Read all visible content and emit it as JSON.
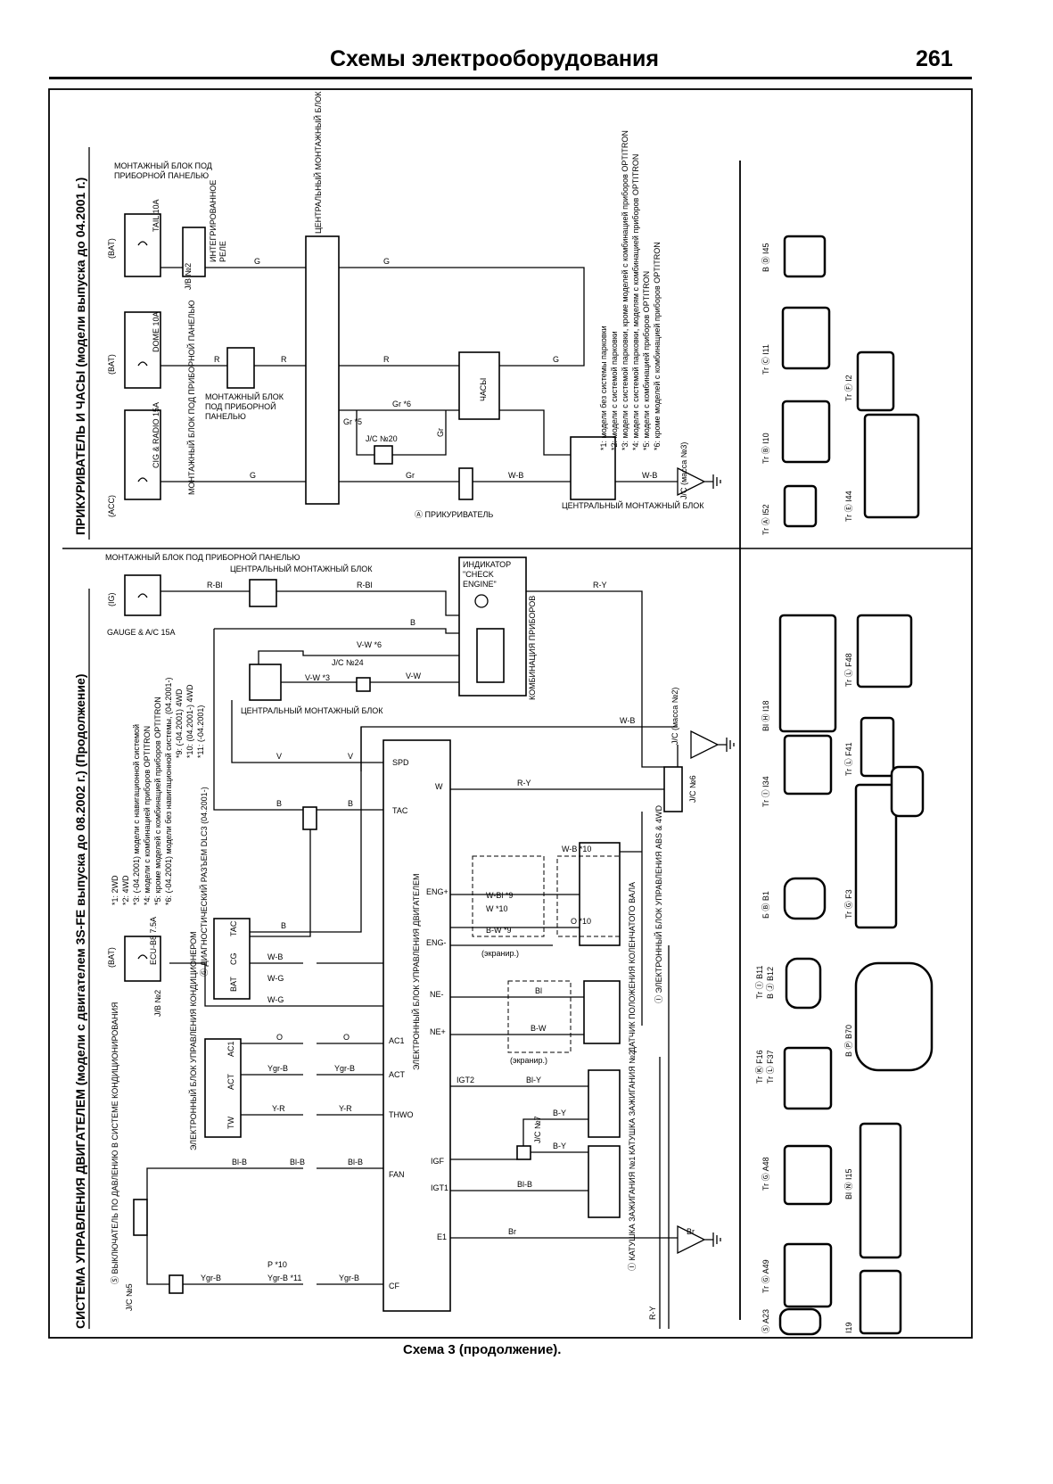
{
  "header": {
    "title": "Схемы электрооборудования",
    "page_number": "261"
  },
  "caption": "Схема 3 (продолжение).",
  "top_section": {
    "title": "ПРИКУРИВАТЕЛЬ И ЧАСЫ (модели выпуска до 04.2001 г.)",
    "labels": {
      "jb_top": "МОНТАЖНЫЙ БЛОК ПОД ПРИБОРНОЙ ПАНЕЛЬЮ",
      "jb_mid": "МОНТАЖНЫЙ БЛОК ПОД ПРИБОРНОЙ ПАНЕЛЬЮ",
      "jb_low": "МОНТАЖНЫЙ БЛОК ПОД ПРИБОРНОЙ ПАНЕЛЬЮ",
      "central_block_top": "ЦЕНТРАЛЬНЫЙ МОНТАЖНЫЙ БЛОК",
      "central_block_bottom": "ЦЕНТРАЛЬНЫЙ МОНТАЖНЫЙ БЛОК",
      "relay": "ИНТЕГРИРОВАННОЕ РЕЛЕ",
      "jb2": "J/B №2",
      "jc20": "J/C №20",
      "clock": "ЧАСЫ",
      "lighter": "Ⓐ ПРИКУРИВАТЕЛЬ",
      "ground_jc": "J/C (масса №3)",
      "bat1": "(BAT)",
      "bat2": "(BAT)",
      "acc": "(ACC)",
      "fuse_tail": "TAIL 10A",
      "fuse_dome": "DOME 10A",
      "fuse_cig": "CIG & RADIO 15A"
    },
    "wires": [
      "G",
      "G",
      "R",
      "R",
      "R",
      "G",
      "Gr",
      "Gr *6",
      "Gr *5",
      "Gr",
      "W-B",
      "W-B",
      "G"
    ],
    "footnotes": [
      "*1: модели без системы парковки",
      "*2: модели с системой парковки",
      "*3: модели с системой парковки, кроме моделей с комбинацией приборов OPTITRON",
      "*4: модели с системой парковки, моделям с комбинацией приборов OPTITRON",
      "*5: модели с комбинацией приборов OPTITRON",
      "*6: кроме моделей с комбинацией приборов OPTITRON"
    ]
  },
  "bottom_section": {
    "title": "СИСТЕМА УПРАВЛЕНИЯ ДВИГАТЕЛЕМ (модели с двигателем 3S-FE выпуска до 08.2002 г.) (Продолжение)",
    "labels": {
      "jb_top": "МОНТАЖНЫЙ БЛОК ПОД ПРИБОРНОЙ ПАНЕЛЬЮ",
      "fuse_gauge": "GAUGE & A/C 15A",
      "ig": "(IG)",
      "central_block_1": "ЦЕНТРАЛЬНЫЙ МОНТАЖНЫЙ БЛОК",
      "central_block_2": "ЦЕНТРАЛЬНЫЙ МОНТАЖНЫЙ БЛОК",
      "check_engine": "ИНДИКАТОР \"CHECK ENGINE\"",
      "combination_meter": "КОМБИНАЦИЯ ПРИБОРОВ",
      "jc24": "J/C №24",
      "jc6": "J/C №6",
      "jc5": "J/C №5",
      "jc7": "J/C №7",
      "jc2": "J/C (масса №2)",
      "ecu": "ЭЛЕКТРОННЫЙ БЛОК УПРАВЛЕНИЯ ДВИГАТЕЛЕМ",
      "dlc3": "Ⓖ ДИАГНОСТИЧЕСКИЙ РАЗЪЕМ DLC3 (04.2001-)",
      "ac_ecu": "ЭЛЕКТРОННЫЙ БЛОК УПРАВЛЕНИЯ КОНДИЦИОНЕРОМ",
      "pressure_switch": "Ⓢ ВЫКЛЮЧАТЕЛЬ ПО ДАВЛЕНИЮ В СИСТЕМЕ КОНДИЦИОНИРОВАНИЯ",
      "abs_ecu": "Ⓘ ЭЛЕКТРОННЫЙ БЛОК УПРАВЛЕНИЯ ABS & 4WD",
      "crank_sensor": "ДАТЧИК ПОЛОЖЕНИЯ КОЛЕНЧАТОГО ВАЛА",
      "coil2": "КАТУШКА ЗАЖИГАНИЯ №2",
      "coil1": "Ⓘ КАТУШКА ЗАЖИГАНИЯ №1",
      "fuse_ecubb": "ECU-B8 7.5A",
      "jb2": "J/B №2",
      "bat": "(BAT)",
      "shield": "(экранир.)"
    },
    "ecu_pins": [
      "SPD",
      "W",
      "TAC",
      "ENG+",
      "ENG-",
      "NE-",
      "NE+",
      "AC1",
      "ACT",
      "THWO",
      "IGT2",
      "IGF",
      "FAN",
      "IGT1",
      "E1",
      "CF"
    ],
    "dlc3_pins": [
      "TAC",
      "CG",
      "BAT"
    ],
    "ac_pins": [
      "AC1",
      "ACT",
      "TW"
    ],
    "wires": [
      "R-Bl",
      "R-Bl",
      "R-Y",
      "B",
      "V-W *6",
      "V-W *3",
      "V-W",
      "W-B",
      "V",
      "V",
      "R-Y",
      "B",
      "B",
      "B",
      "W-B",
      "W-G",
      "W-G",
      "O",
      "O",
      "Ygr-B",
      "Ygr-B",
      "Y-R",
      "Y-R",
      "Bl-B",
      "Bl-B",
      "Bl-B",
      "Bl-Y",
      "B-Y",
      "B-Y",
      "Bl-B",
      "Br",
      "Br",
      "Ygr-B",
      "Ygr-B",
      "P *10",
      "Ygr-B *11",
      "R-Y",
      "W-B *10",
      "W-Bl *9",
      "W *10",
      "B-W *9",
      "O *10",
      "Bl",
      "B-W"
    ],
    "footnotes": [
      "*1: 2WD",
      "*2: 4WD",
      "*3: (-04.2001) модели с навигационной системой",
      "*4: модели с комбинацией приборов OPTITRON",
      "*5: кроме моделей с комбинацией приборов OPTITRON",
      "*6: (-04.2001) модели без навигационной системы, (04.2001-)",
      "*9: (-04.2001) 4WD",
      "*10: (04.2001-) 4WD",
      "*11: (-04.2001)"
    ]
  },
  "connectors": {
    "top": [
      "B Ⓓ I45",
      "Tr Ⓒ I11",
      "Tr Ⓑ I10",
      "Tr Ⓐ I52",
      "Tr Ⓕ I2",
      "Tr Ⓔ I44"
    ],
    "bottom": [
      "Bl Ⓗ I18",
      "Tr Ⓘ I34",
      "Б Ⓑ B1",
      "Tr Ⓘ B11",
      "B Ⓙ B12",
      "Tr Ⓚ F16",
      "Tr Ⓛ F37",
      "Tr Ⓖ A48",
      "Tr Ⓖ A49",
      "Ⓢ A23",
      "Tr Ⓛ F48",
      "Tr Ⓛ F41",
      "Tr Ⓖ F3",
      "B Ⓟ B70",
      "Bl Ⓝ I15",
      "I19"
    ]
  }
}
